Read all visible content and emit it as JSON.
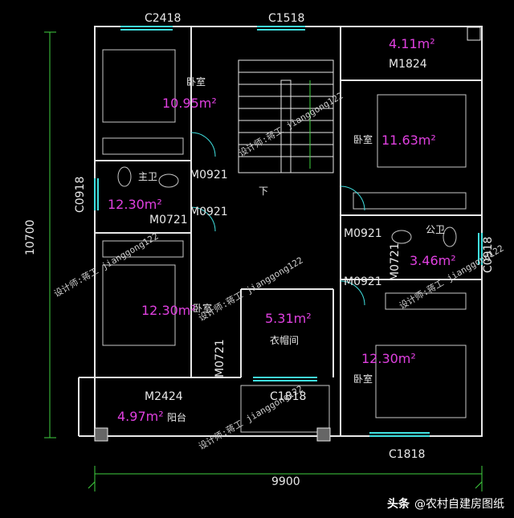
{
  "dimensions": {
    "total_width": "9900",
    "total_height": "10700"
  },
  "openings": {
    "c2418": "C2418",
    "c1518": "C1518",
    "m1824": "M1824",
    "c0918_left": "C0918",
    "c0918_right": "C0918",
    "m0921_a": "M0921",
    "m0921_b": "M0921",
    "m0921_c": "M0921",
    "m0921_d": "M0921",
    "m0721_a": "M0721",
    "m0721_b": "M0721",
    "m0721_c": "M0721",
    "m2424": "M2424",
    "c1818_top": "C1818",
    "c1818_bottom": "C1818"
  },
  "rooms": {
    "bedroom_tl": {
      "name": "卧室",
      "area": "10.95m²"
    },
    "bedroom_tr": {
      "name": "卧室",
      "area": "11.63m²"
    },
    "bedroom_ml": {
      "name": "卧室",
      "area": "12.30m²"
    },
    "bedroom_br": {
      "name": "卧室",
      "area": "12.30m²"
    },
    "master_bath": {
      "name": "主卫",
      "area": "12.30m²"
    },
    "public_bath": {
      "name": "公卫",
      "area": "3.46m²"
    },
    "cloakroom": {
      "name": "衣帽间",
      "area": "5.31m²"
    },
    "balcony": {
      "name": "阳台",
      "area": "4.97m²"
    },
    "terrace": {
      "area": "4.11m²"
    }
  },
  "stair_label": "下",
  "watermark": "设计师:蒋工 jianggong122",
  "footer": {
    "brand": "头条",
    "account": "@农村自建房图纸"
  },
  "colors": {
    "wall": "#e8e8e8",
    "window": "#40e0e0",
    "furniture": "#c8c8c8",
    "area": "#e040e0",
    "dimension": "#40d040"
  }
}
